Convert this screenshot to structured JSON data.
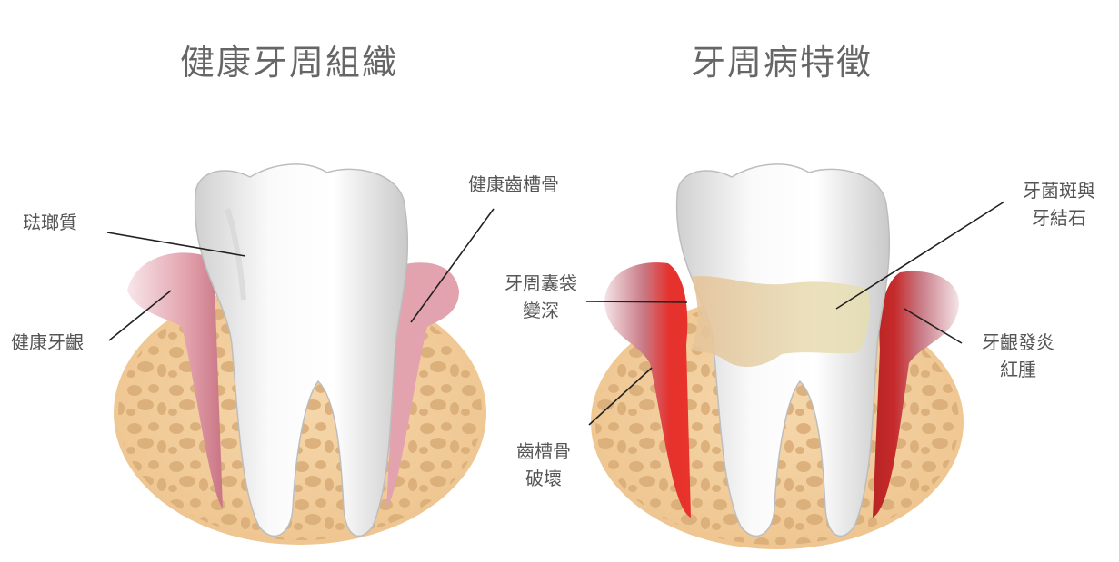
{
  "diagram": {
    "left_panel": {
      "title": "健康牙周組織",
      "labels": {
        "enamel": "琺瑯質",
        "healthy_gum": "健康牙齦",
        "healthy_bone": "健康齒槽骨"
      }
    },
    "right_panel": {
      "title": "牙周病特徵",
      "labels": {
        "plaque_line1": "牙菌斑與",
        "plaque_line2": "牙結石",
        "pocket_line1": "牙周囊袋",
        "pocket_line2": "變深",
        "inflamed_gum_line1": "牙齦發炎",
        "inflamed_gum_line2": "紅腫",
        "bone_loss_line1": "齒槽骨",
        "bone_loss_line2": "破壞"
      }
    },
    "colors": {
      "bone": "#f3cf9c",
      "bone_spots": "#d9ad78",
      "healthy_gum": "#e9aeb8",
      "inflamed_gum": "#e5322d",
      "tooth": "#f2f2f2",
      "tooth_shadow": "#c8c8c8",
      "plaque": "#e4c49c",
      "leader_line": "#222222"
    }
  }
}
